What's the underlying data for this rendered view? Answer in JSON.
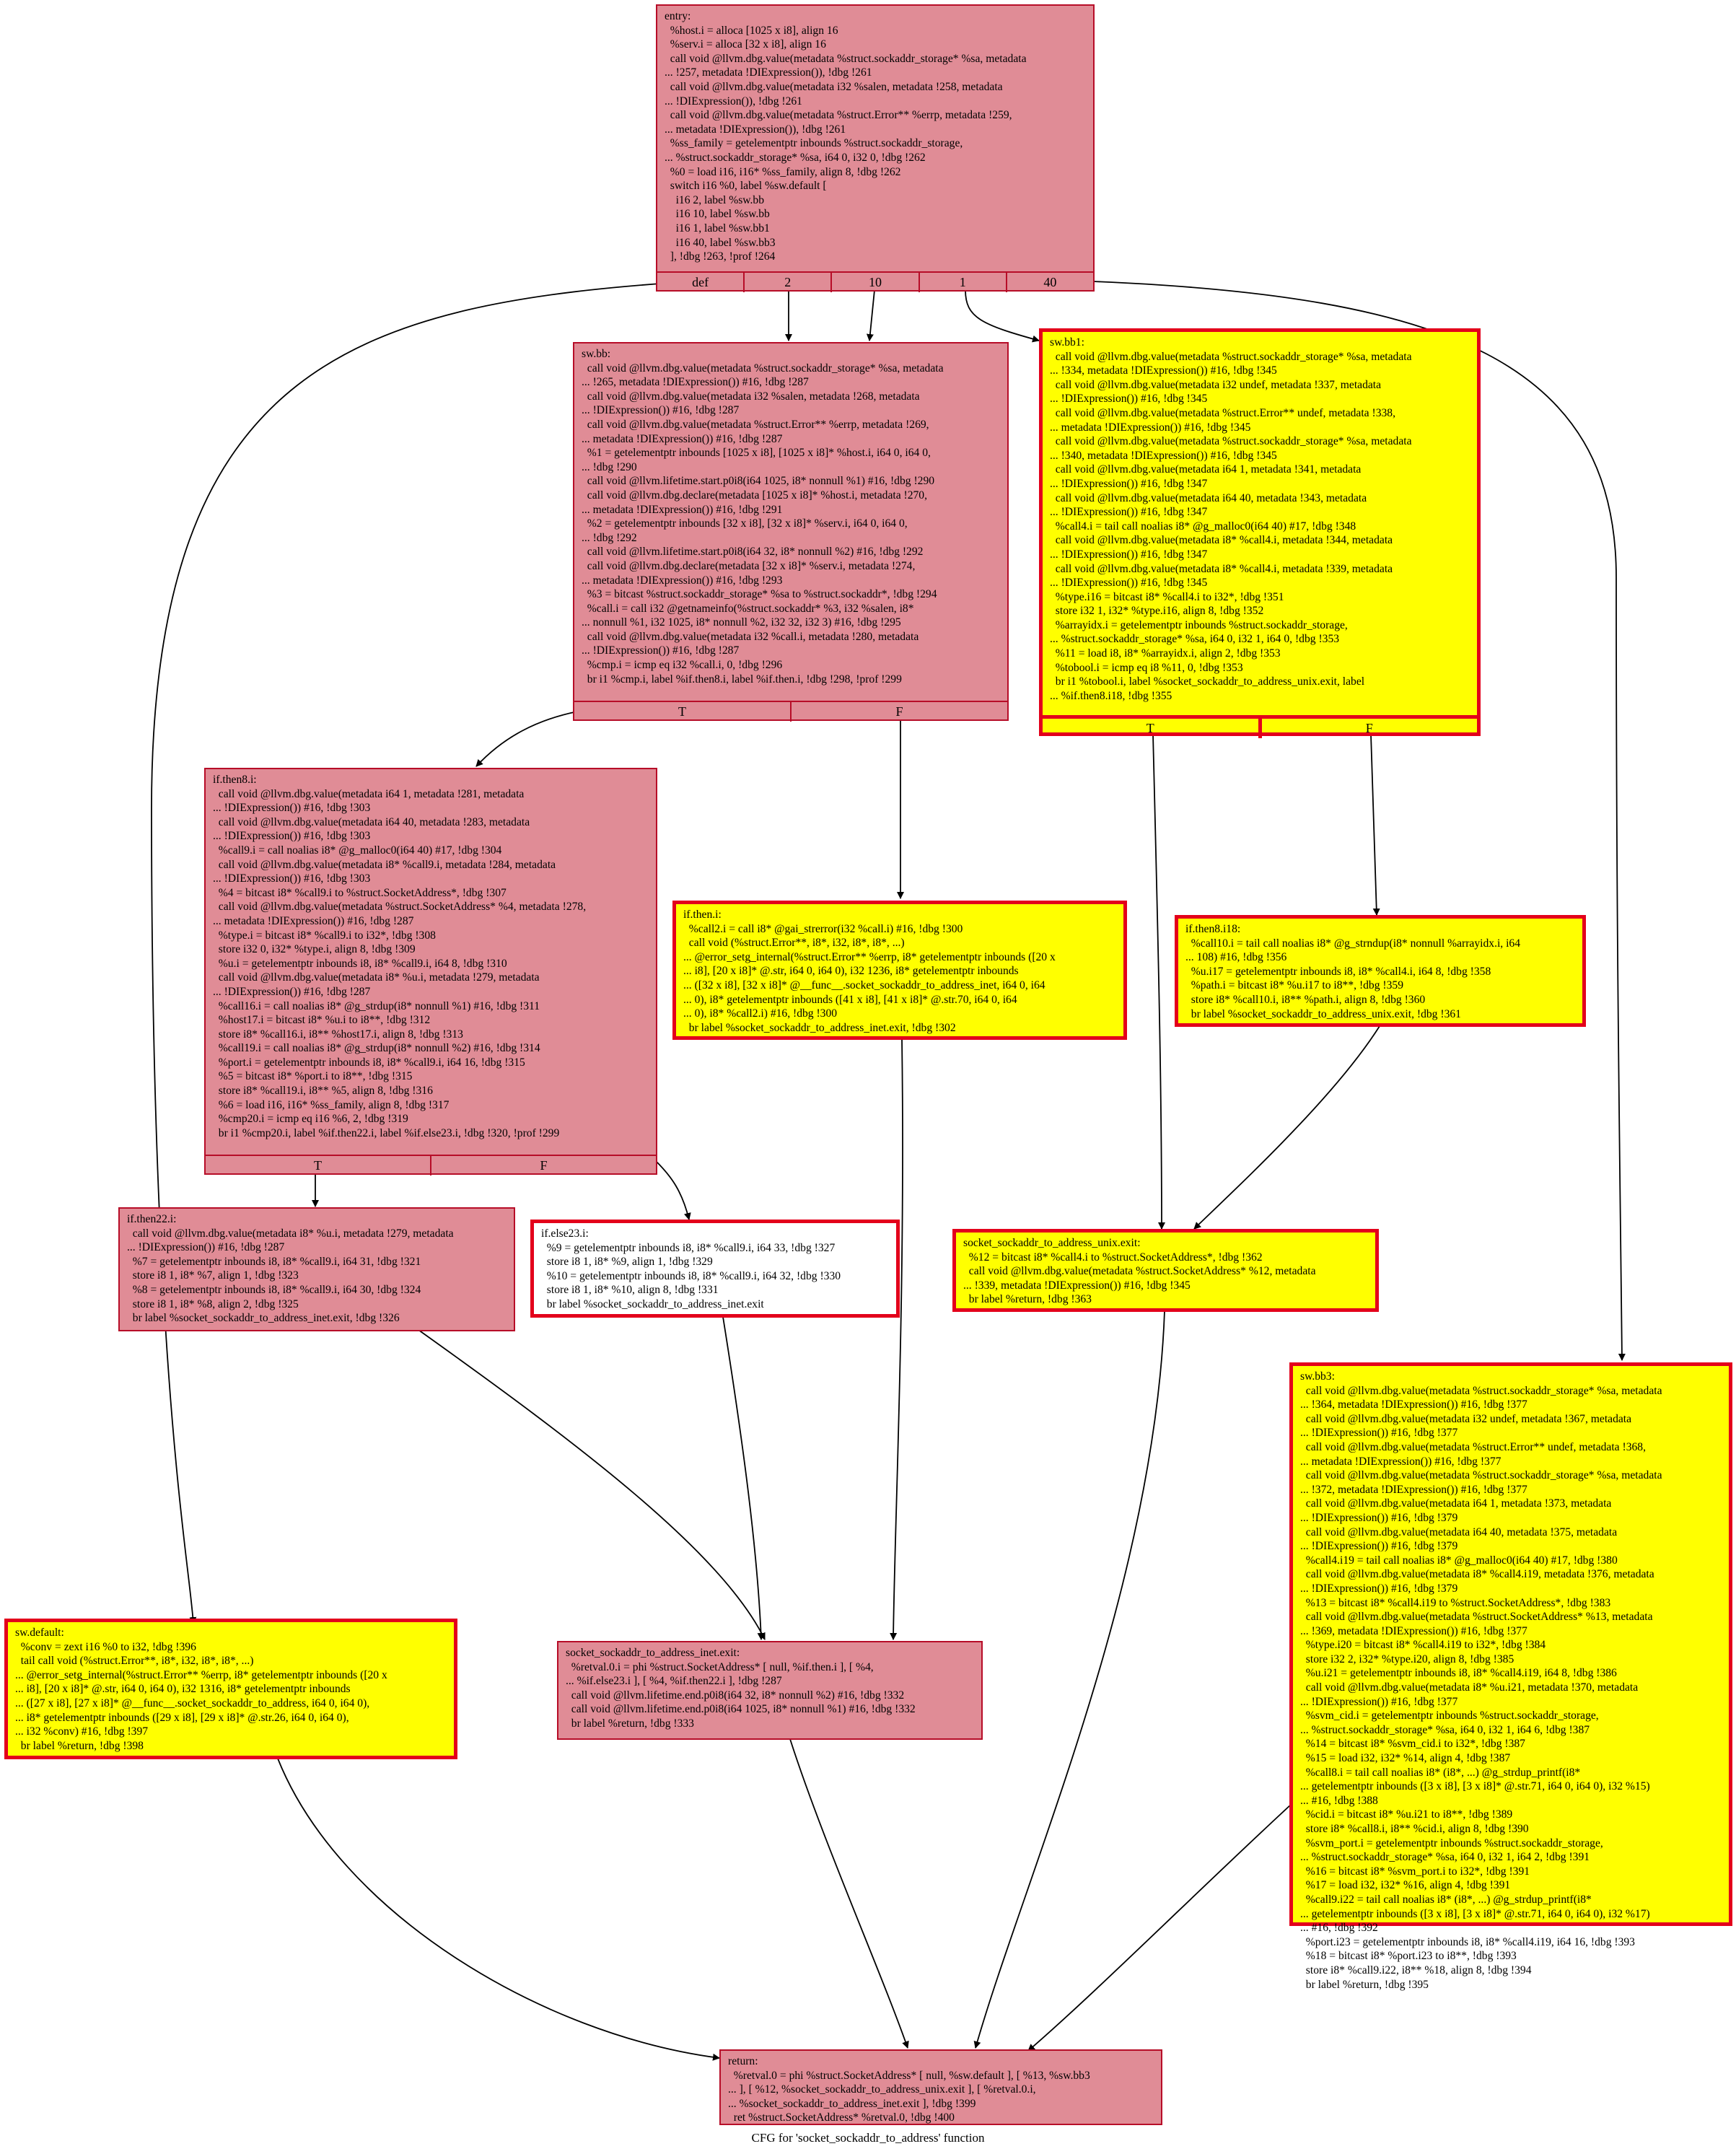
{
  "caption": "CFG for 'socket_sockaddr_to_address' function",
  "colors": {
    "pink_fill": "#e08c96",
    "pink_border": "#b70d28",
    "highlight_fill": "#ffff00",
    "highlight_border": "#e3001b",
    "edge": "#000000"
  },
  "nodes": {
    "entry": {
      "text": "entry:\n  %host.i = alloca [1025 x i8], align 16\n  %serv.i = alloca [32 x i8], align 16\n  call void @llvm.dbg.value(metadata %struct.sockaddr_storage* %sa, metadata\n... !257, metadata !DIExpression()), !dbg !261\n  call void @llvm.dbg.value(metadata i32 %salen, metadata !258, metadata\n... !DIExpression()), !dbg !261\n  call void @llvm.dbg.value(metadata %struct.Error** %errp, metadata !259,\n... metadata !DIExpression()), !dbg !261\n  %ss_family = getelementptr inbounds %struct.sockaddr_storage,\n... %struct.sockaddr_storage* %sa, i64 0, i32 0, !dbg !262\n  %0 = load i16, i16* %ss_family, align 8, !dbg !262\n  switch i16 %0, label %sw.default [\n    i16 2, label %sw.bb\n    i16 10, label %sw.bb\n    i16 1, label %sw.bb1\n    i16 40, label %sw.bb3\n  ], !dbg !263, !prof !264",
      "ports": [
        "def",
        "2",
        "10",
        "1",
        "40"
      ]
    },
    "sw_bb": {
      "text": "sw.bb:\n  call void @llvm.dbg.value(metadata %struct.sockaddr_storage* %sa, metadata\n... !265, metadata !DIExpression()) #16, !dbg !287\n  call void @llvm.dbg.value(metadata i32 %salen, metadata !268, metadata\n... !DIExpression()) #16, !dbg !287\n  call void @llvm.dbg.value(metadata %struct.Error** %errp, metadata !269,\n... metadata !DIExpression()) #16, !dbg !287\n  %1 = getelementptr inbounds [1025 x i8], [1025 x i8]* %host.i, i64 0, i64 0,\n... !dbg !290\n  call void @llvm.lifetime.start.p0i8(i64 1025, i8* nonnull %1) #16, !dbg !290\n  call void @llvm.dbg.declare(metadata [1025 x i8]* %host.i, metadata !270,\n... metadata !DIExpression()) #16, !dbg !291\n  %2 = getelementptr inbounds [32 x i8], [32 x i8]* %serv.i, i64 0, i64 0,\n... !dbg !292\n  call void @llvm.lifetime.start.p0i8(i64 32, i8* nonnull %2) #16, !dbg !292\n  call void @llvm.dbg.declare(metadata [32 x i8]* %serv.i, metadata !274,\n... metadata !DIExpression()) #16, !dbg !293\n  %3 = bitcast %struct.sockaddr_storage* %sa to %struct.sockaddr*, !dbg !294\n  %call.i = call i32 @getnameinfo(%struct.sockaddr* %3, i32 %salen, i8*\n... nonnull %1, i32 1025, i8* nonnull %2, i32 32, i32 3) #16, !dbg !295\n  call void @llvm.dbg.value(metadata i32 %call.i, metadata !280, metadata\n... !DIExpression()) #16, !dbg !287\n  %cmp.i = icmp eq i32 %call.i, 0, !dbg !296\n  br i1 %cmp.i, label %if.then8.i, label %if.then.i, !dbg !298, !prof !299",
      "ports": [
        "T",
        "F"
      ]
    },
    "sw_bb1": {
      "text": "sw.bb1:\n  call void @llvm.dbg.value(metadata %struct.sockaddr_storage* %sa, metadata\n... !334, metadata !DIExpression()) #16, !dbg !345\n  call void @llvm.dbg.value(metadata i32 undef, metadata !337, metadata\n... !DIExpression()) #16, !dbg !345\n  call void @llvm.dbg.value(metadata %struct.Error** undef, metadata !338,\n... metadata !DIExpression()) #16, !dbg !345\n  call void @llvm.dbg.value(metadata %struct.sockaddr_storage* %sa, metadata\n... !340, metadata !DIExpression()) #16, !dbg !345\n  call void @llvm.dbg.value(metadata i64 1, metadata !341, metadata\n... !DIExpression()) #16, !dbg !347\n  call void @llvm.dbg.value(metadata i64 40, metadata !343, metadata\n... !DIExpression()) #16, !dbg !347\n  %call4.i = tail call noalias i8* @g_malloc0(i64 40) #17, !dbg !348\n  call void @llvm.dbg.value(metadata i8* %call4.i, metadata !344, metadata\n... !DIExpression()) #16, !dbg !347\n  call void @llvm.dbg.value(metadata i8* %call4.i, metadata !339, metadata\n... !DIExpression()) #16, !dbg !345\n  %type.i16 = bitcast i8* %call4.i to i32*, !dbg !351\n  store i32 1, i32* %type.i16, align 8, !dbg !352\n  %arrayidx.i = getelementptr inbounds %struct.sockaddr_storage,\n... %struct.sockaddr_storage* %sa, i64 0, i32 1, i64 0, !dbg !353\n  %11 = load i8, i8* %arrayidx.i, align 2, !dbg !353\n  %tobool.i = icmp eq i8 %11, 0, !dbg !353\n  br i1 %tobool.i, label %socket_sockaddr_to_address_unix.exit, label\n... %if.then8.i18, !dbg !355",
      "ports": [
        "T",
        "F"
      ]
    },
    "if_then8_i": {
      "text": "if.then8.i:\n  call void @llvm.dbg.value(metadata i64 1, metadata !281, metadata\n... !DIExpression()) #16, !dbg !303\n  call void @llvm.dbg.value(metadata i64 40, metadata !283, metadata\n... !DIExpression()) #16, !dbg !303\n  %call9.i = call noalias i8* @g_malloc0(i64 40) #17, !dbg !304\n  call void @llvm.dbg.value(metadata i8* %call9.i, metadata !284, metadata\n... !DIExpression()) #16, !dbg !303\n  %4 = bitcast i8* %call9.i to %struct.SocketAddress*, !dbg !307\n  call void @llvm.dbg.value(metadata %struct.SocketAddress* %4, metadata !278,\n... metadata !DIExpression()) #16, !dbg !287\n  %type.i = bitcast i8* %call9.i to i32*, !dbg !308\n  store i32 0, i32* %type.i, align 8, !dbg !309\n  %u.i = getelementptr inbounds i8, i8* %call9.i, i64 8, !dbg !310\n  call void @llvm.dbg.value(metadata i8* %u.i, metadata !279, metadata\n... !DIExpression()) #16, !dbg !287\n  %call16.i = call noalias i8* @g_strdup(i8* nonnull %1) #16, !dbg !311\n  %host17.i = bitcast i8* %u.i to i8**, !dbg !312\n  store i8* %call16.i, i8** %host17.i, align 8, !dbg !313\n  %call19.i = call noalias i8* @g_strdup(i8* nonnull %2) #16, !dbg !314\n  %port.i = getelementptr inbounds i8, i8* %call9.i, i64 16, !dbg !315\n  %5 = bitcast i8* %port.i to i8**, !dbg !315\n  store i8* %call19.i, i8** %5, align 8, !dbg !316\n  %6 = load i16, i16* %ss_family, align 8, !dbg !317\n  %cmp20.i = icmp eq i16 %6, 2, !dbg !319\n  br i1 %cmp20.i, label %if.then22.i, label %if.else23.i, !dbg !320, !prof !299",
      "ports": [
        "T",
        "F"
      ]
    },
    "if_then_i": {
      "text": "if.then.i:\n  %call2.i = call i8* @gai_strerror(i32 %call.i) #16, !dbg !300\n  call void (%struct.Error**, i8*, i32, i8*, i8*, ...)\n... @error_setg_internal(%struct.Error** %errp, i8* getelementptr inbounds ([20 x\n... i8], [20 x i8]* @.str, i64 0, i64 0), i32 1236, i8* getelementptr inbounds\n... ([32 x i8], [32 x i8]* @__func__.socket_sockaddr_to_address_inet, i64 0, i64\n... 0), i8* getelementptr inbounds ([41 x i8], [41 x i8]* @.str.70, i64 0, i64\n... 0), i8* %call2.i) #16, !dbg !300\n  br label %socket_sockaddr_to_address_inet.exit, !dbg !302",
      "ports": []
    },
    "if_then8_i18": {
      "text": "if.then8.i18:\n  %call10.i = tail call noalias i8* @g_strndup(i8* nonnull %arrayidx.i, i64\n... 108) #16, !dbg !356\n  %u.i17 = getelementptr inbounds i8, i8* %call4.i, i64 8, !dbg !358\n  %path.i = bitcast i8* %u.i17 to i8**, !dbg !359\n  store i8* %call10.i, i8** %path.i, align 8, !dbg !360\n  br label %socket_sockaddr_to_address_unix.exit, !dbg !361",
      "ports": []
    },
    "if_then22_i": {
      "text": "if.then22.i:\n  call void @llvm.dbg.value(metadata i8* %u.i, metadata !279, metadata\n... !DIExpression()) #16, !dbg !287\n  %7 = getelementptr inbounds i8, i8* %call9.i, i64 31, !dbg !321\n  store i8 1, i8* %7, align 1, !dbg !323\n  %8 = getelementptr inbounds i8, i8* %call9.i, i64 30, !dbg !324\n  store i8 1, i8* %8, align 2, !dbg !325\n  br label %socket_sockaddr_to_address_inet.exit, !dbg !326",
      "ports": []
    },
    "if_else23_i": {
      "text": "if.else23.i:\n  %9 = getelementptr inbounds i8, i8* %call9.i, i64 33, !dbg !327\n  store i8 1, i8* %9, align 1, !dbg !329\n  %10 = getelementptr inbounds i8, i8* %call9.i, i64 32, !dbg !330\n  store i8 1, i8* %10, align 8, !dbg !331\n  br label %socket_sockaddr_to_address_inet.exit",
      "ports": []
    },
    "unix_exit": {
      "text": "socket_sockaddr_to_address_unix.exit:\n  %12 = bitcast i8* %call4.i to %struct.SocketAddress*, !dbg !362\n  call void @llvm.dbg.value(metadata %struct.SocketAddress* %12, metadata\n... !339, metadata !DIExpression()) #16, !dbg !345\n  br label %return, !dbg !363",
      "ports": []
    },
    "sw_bb3": {
      "text": "sw.bb3:\n  call void @llvm.dbg.value(metadata %struct.sockaddr_storage* %sa, metadata\n... !364, metadata !DIExpression()) #16, !dbg !377\n  call void @llvm.dbg.value(metadata i32 undef, metadata !367, metadata\n... !DIExpression()) #16, !dbg !377\n  call void @llvm.dbg.value(metadata %struct.Error** undef, metadata !368,\n... metadata !DIExpression()) #16, !dbg !377\n  call void @llvm.dbg.value(metadata %struct.sockaddr_storage* %sa, metadata\n... !372, metadata !DIExpression()) #16, !dbg !377\n  call void @llvm.dbg.value(metadata i64 1, metadata !373, metadata\n... !DIExpression()) #16, !dbg !379\n  call void @llvm.dbg.value(metadata i64 40, metadata !375, metadata\n... !DIExpression()) #16, !dbg !379\n  %call4.i19 = tail call noalias i8* @g_malloc0(i64 40) #17, !dbg !380\n  call void @llvm.dbg.value(metadata i8* %call4.i19, metadata !376, metadata\n... !DIExpression()) #16, !dbg !379\n  %13 = bitcast i8* %call4.i19 to %struct.SocketAddress*, !dbg !383\n  call void @llvm.dbg.value(metadata %struct.SocketAddress* %13, metadata\n... !369, metadata !DIExpression()) #16, !dbg !377\n  %type.i20 = bitcast i8* %call4.i19 to i32*, !dbg !384\n  store i32 2, i32* %type.i20, align 8, !dbg !385\n  %u.i21 = getelementptr inbounds i8, i8* %call4.i19, i64 8, !dbg !386\n  call void @llvm.dbg.value(metadata i8* %u.i21, metadata !370, metadata\n... !DIExpression()) #16, !dbg !377\n  %svm_cid.i = getelementptr inbounds %struct.sockaddr_storage,\n... %struct.sockaddr_storage* %sa, i64 0, i32 1, i64 6, !dbg !387\n  %14 = bitcast i8* %svm_cid.i to i32*, !dbg !387\n  %15 = load i32, i32* %14, align 4, !dbg !387\n  %call8.i = tail call noalias i8* (i8*, ...) @g_strdup_printf(i8*\n... getelementptr inbounds ([3 x i8], [3 x i8]* @.str.71, i64 0, i64 0), i32 %15)\n... #16, !dbg !388\n  %cid.i = bitcast i8* %u.i21 to i8**, !dbg !389\n  store i8* %call8.i, i8** %cid.i, align 8, !dbg !390\n  %svm_port.i = getelementptr inbounds %struct.sockaddr_storage,\n... %struct.sockaddr_storage* %sa, i64 0, i32 1, i64 2, !dbg !391\n  %16 = bitcast i8* %svm_port.i to i32*, !dbg !391\n  %17 = load i32, i32* %16, align 4, !dbg !391\n  %call9.i22 = tail call noalias i8* (i8*, ...) @g_strdup_printf(i8*\n... getelementptr inbounds ([3 x i8], [3 x i8]* @.str.71, i64 0, i64 0), i32 %17)\n... #16, !dbg !392\n  %port.i23 = getelementptr inbounds i8, i8* %call4.i19, i64 16, !dbg !393\n  %18 = bitcast i8* %port.i23 to i8**, !dbg !393\n  store i8* %call9.i22, i8** %18, align 8, !dbg !394\n  br label %return, !dbg !395",
      "ports": []
    },
    "sw_default": {
      "text": "sw.default:\n  %conv = zext i16 %0 to i32, !dbg !396\n  tail call void (%struct.Error**, i8*, i32, i8*, i8*, ...)\n... @error_setg_internal(%struct.Error** %errp, i8* getelementptr inbounds ([20 x\n... i8], [20 x i8]* @.str, i64 0, i64 0), i32 1316, i8* getelementptr inbounds\n... ([27 x i8], [27 x i8]* @__func__.socket_sockaddr_to_address, i64 0, i64 0),\n... i8* getelementptr inbounds ([29 x i8], [29 x i8]* @.str.26, i64 0, i64 0),\n... i32 %conv) #16, !dbg !397\n  br label %return, !dbg !398",
      "ports": []
    },
    "inet_exit": {
      "text": "socket_sockaddr_to_address_inet.exit:\n  %retval.0.i = phi %struct.SocketAddress* [ null, %if.then.i ], [ %4,\n... %if.else23.i ], [ %4, %if.then22.i ], !dbg !287\n  call void @llvm.lifetime.end.p0i8(i64 32, i8* nonnull %2) #16, !dbg !332\n  call void @llvm.lifetime.end.p0i8(i64 1025, i8* nonnull %1) #16, !dbg !332\n  br label %return, !dbg !333",
      "ports": []
    },
    "return": {
      "text": "return:\n  %retval.0 = phi %struct.SocketAddress* [ null, %sw.default ], [ %13, %sw.bb3\n... ], [ %12, %socket_sockaddr_to_address_unix.exit ], [ %retval.0.i,\n... %socket_sockaddr_to_address_inet.exit ], !dbg !399\n  ret %struct.SocketAddress* %retval.0, !dbg !400",
      "ports": []
    }
  }
}
